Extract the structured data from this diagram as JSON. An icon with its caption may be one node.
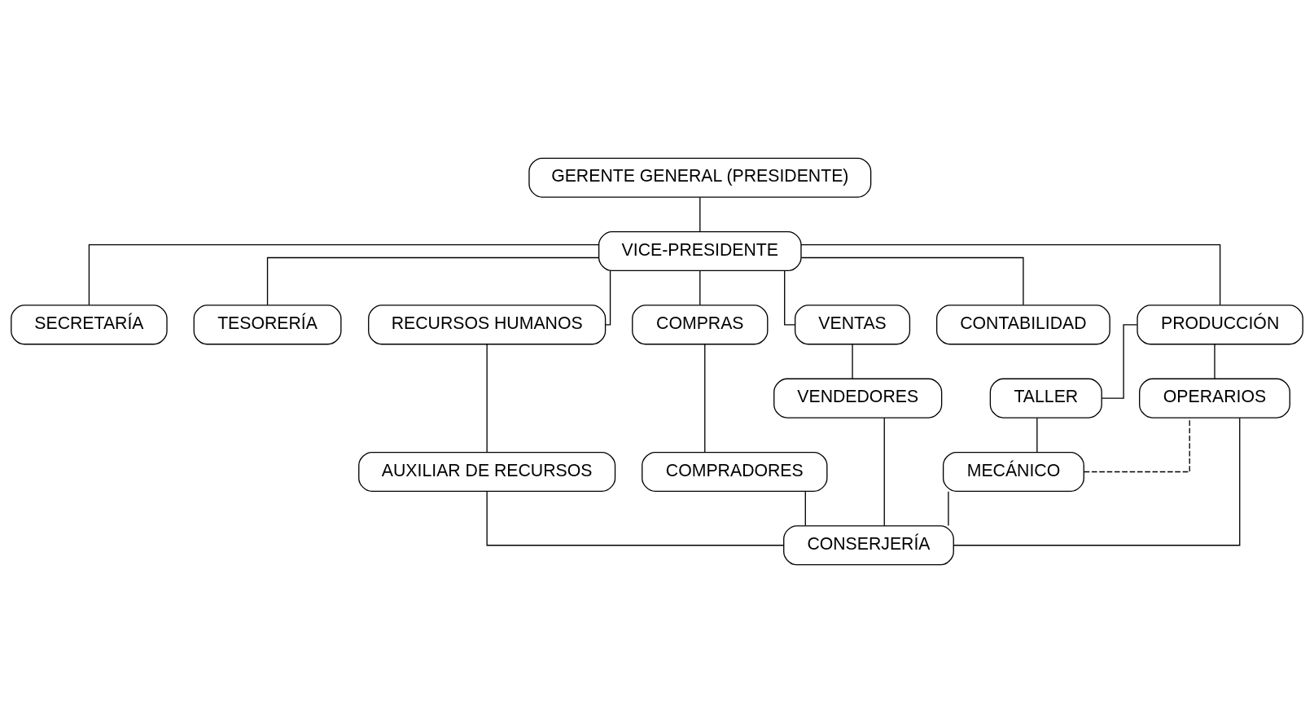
{
  "diagram": {
    "nodes": [
      {
        "text": [
          "GERENTE GENERAL (PRESIDENTE)"
        ]
      },
      {
        "text": [
          "VICE-PRESIDENTE"
        ]
      },
      {
        "text": [
          "SECRETARÍA"
        ]
      },
      {
        "text": [
          "TESORERÍA"
        ]
      },
      {
        "text": [
          "RECURSOS HUMANOS"
        ]
      },
      {
        "text": [
          "COMPRAS"
        ]
      },
      {
        "text": [
          "VENTAS"
        ]
      },
      {
        "text": [
          "CONTABILIDAD"
        ]
      },
      {
        "text": [
          "PRODUCCIÓN"
        ]
      },
      {
        "text": [
          "AUXILIAR DE RECURSOS"
        ]
      },
      {
        "text": [
          "COMPRADORES"
        ]
      },
      {
        "text": [
          "VENDEDORES"
        ]
      },
      {
        "text": [
          "TALLER"
        ]
      },
      {
        "text": [
          "MECÁNICO"
        ]
      },
      {
        "text": [
          "OPERARIOS"
        ]
      },
      {
        "text": [
          "CONSERJERÍA"
        ]
      }
    ],
    "edges": [
      {
        "from": 0,
        "to": 1,
        "arrow": "none"
      },
      {
        "from": 1,
        "to": 2,
        "arrow": "none"
      },
      {
        "from": 1,
        "to": 3,
        "arrow": "none"
      },
      {
        "from": 1,
        "to": 4,
        "arrow": "none"
      },
      {
        "from": 1,
        "to": 5,
        "arrow": "none"
      },
      {
        "from": 1,
        "to": 6,
        "arrow": "none"
      },
      {
        "from": 1,
        "to": 7,
        "arrow": "none"
      },
      {
        "from": 1,
        "to": 8,
        "arrow": "none"
      },
      {
        "from": 4,
        "to": 9,
        "arrow": "none"
      },
      {
        "from": 5,
        "to": 10,
        "arrow": "none"
      },
      {
        "from": 6,
        "to": 11,
        "arrow": "none"
      },
      {
        "from": 8,
        "to": 12,
        "arrow": "none"
      },
      {
        "from": 8,
        "to": 14,
        "arrow": "none"
      },
      {
        "from": 12,
        "to": 13,
        "arrow": "none"
      },
      {
        "from": 13,
        "to": 14,
        "arrow": "none",
        "style": "dashed"
      },
      {
        "from": 9,
        "to": 15,
        "arrow": "none"
      },
      {
        "from": 10,
        "to": 15,
        "arrow": "none"
      },
      {
        "from": 11,
        "to": 15,
        "arrow": "none"
      },
      {
        "from": 13,
        "to": 15,
        "arrow": "none"
      },
      {
        "from": 14,
        "to": 15,
        "arrow": "none"
      }
    ]
  }
}
